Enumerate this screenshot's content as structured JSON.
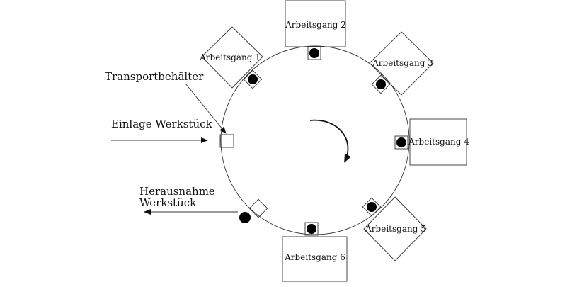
{
  "diagram": {
    "stations": [
      {
        "id": 1,
        "label": "Arbeitsgang 1"
      },
      {
        "id": 2,
        "label": "Arbeitsgang 2"
      },
      {
        "id": 3,
        "label": "Arbeitsgang 3"
      },
      {
        "id": 4,
        "label": "Arbeitsgang 4"
      },
      {
        "id": 5,
        "label": "Arbeitsgang 5"
      },
      {
        "id": 6,
        "label": "Arbeitsgang 6"
      }
    ],
    "labels": {
      "transport_container": "Transportbehälter",
      "insert_workpiece": "Einlage Werkstück",
      "removal_line1": "Herausnahme",
      "removal_line2": "Werkstück"
    },
    "rotation": "clockwise",
    "colors": {
      "line": "#333333",
      "workpiece": "#000000",
      "background": "#ffffff"
    }
  }
}
